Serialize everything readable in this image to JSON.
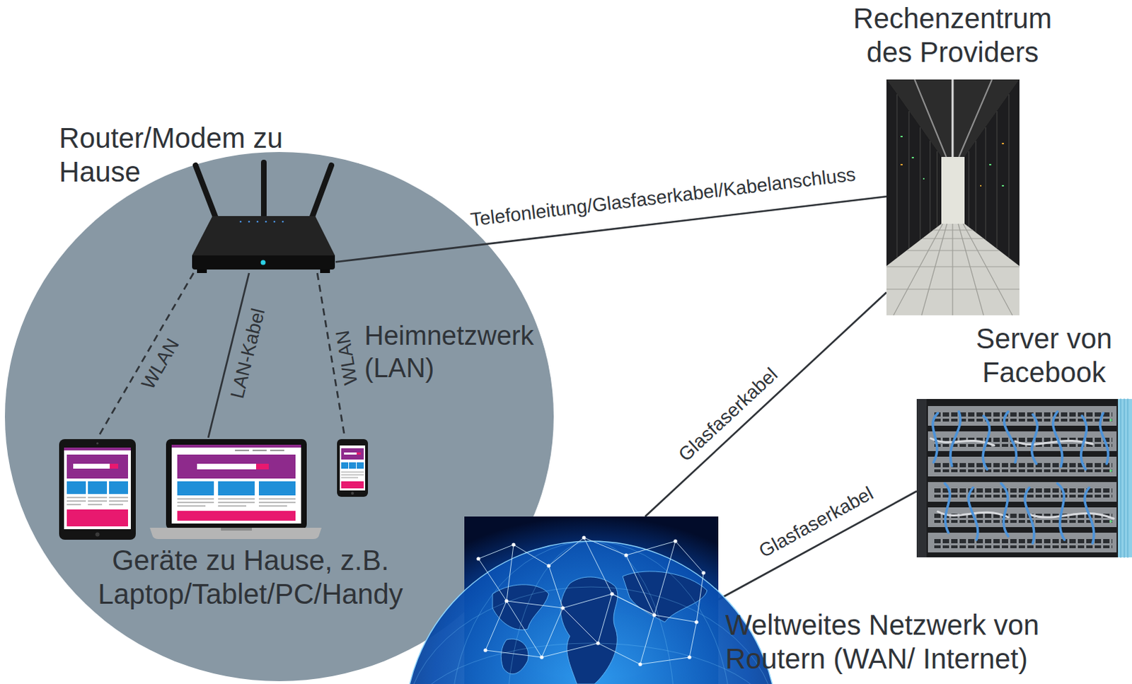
{
  "diagram": {
    "nodes": [
      {
        "text": [
          "Heimnetzwerk (LAN)"
        ]
      },
      {
        "text": [
          "Router/Modem zu Hause"
        ],
        "in": 0
      },
      {
        "text": [
          "Geräte zu Hause, z.B. Laptop/Tablet/PC/Handy"
        ],
        "in": 0
      },
      {
        "text": [
          "Rechenzentrum des Providers"
        ]
      },
      {
        "text": [
          "Server von Facebook"
        ]
      },
      {
        "text": [
          "Weltweites Netzwerk von Routern (WAN/ Internet)"
        ]
      }
    ],
    "edges": [
      {
        "from": 1,
        "to": 2,
        "label": "WLAN",
        "arrow": "none"
      },
      {
        "from": 1,
        "to": 2,
        "label": "LAN-Kabel",
        "arrow": "none"
      },
      {
        "from": 1,
        "to": 2,
        "label": "WLAN",
        "arrow": "none"
      },
      {
        "from": 1,
        "to": 3,
        "label": "Telefonleitung/Glasfaserkabel/Kabelanschluss",
        "arrow": "none"
      },
      {
        "from": 3,
        "to": 5,
        "label": "Glasfaserkabel",
        "arrow": "none"
      },
      {
        "from": 5,
        "to": 4,
        "label": "Glasfaserkabel",
        "arrow": "none"
      }
    ]
  }
}
